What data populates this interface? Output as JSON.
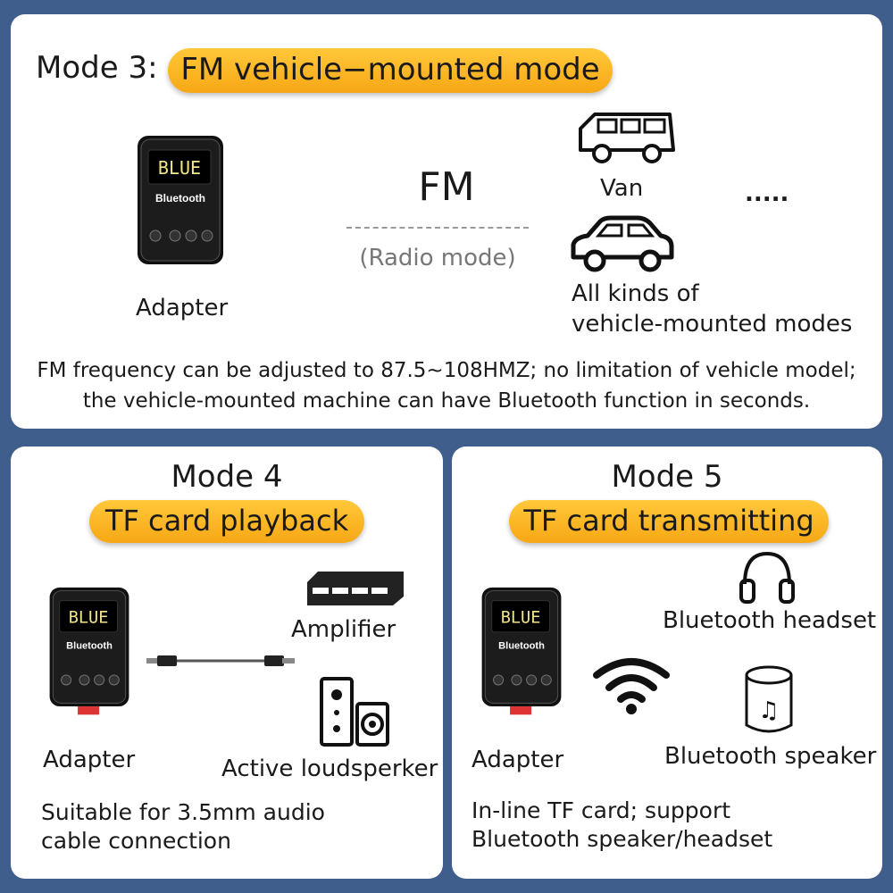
{
  "mode3": {
    "label": "Mode 3:",
    "title": "FM vehicle−mounted mode",
    "device_label": "Adapter",
    "device_display": "BLUE",
    "device_brand": "Bluetooth",
    "fm_label": "FM",
    "fm_sub": "(Radio mode)",
    "van_label": "Van",
    "ellipsis": ".....",
    "car_label_line1": "All kinds of",
    "car_label_line2": "vehicle-mounted modes",
    "desc_line1": "FM frequency can be adjusted to 87.5~108HMZ; no limitation of vehicle model;",
    "desc_line2": "the vehicle-mounted machine can have Bluetooth function in seconds."
  },
  "mode4": {
    "title": "Mode 4",
    "subtitle": "TF card playback",
    "device_label": "Adapter",
    "amplifier_label": "Amplifier",
    "loudspeaker_label": "Active loudsperker",
    "desc_line1": "Suitable for 3.5mm audio",
    "desc_line2": "cable connection"
  },
  "mode5": {
    "title": "Mode 5",
    "subtitle": "TF card transmitting",
    "device_label": "Adapter",
    "headset_label": "Bluetooth headset",
    "speaker_label": "Bluetooth speaker",
    "desc_line1": "In-line TF card; support",
    "desc_line2": "Bluetooth speaker/headset"
  },
  "colors": {
    "accent": "#f7b124",
    "frame": "#3f5e8c"
  },
  "icons": [
    "adapter-device",
    "van-icon",
    "car-icon",
    "amplifier-icon",
    "loudspeaker-icon",
    "audio-cable-icon",
    "headphones-icon",
    "wifi-icon",
    "speaker-icon"
  ]
}
